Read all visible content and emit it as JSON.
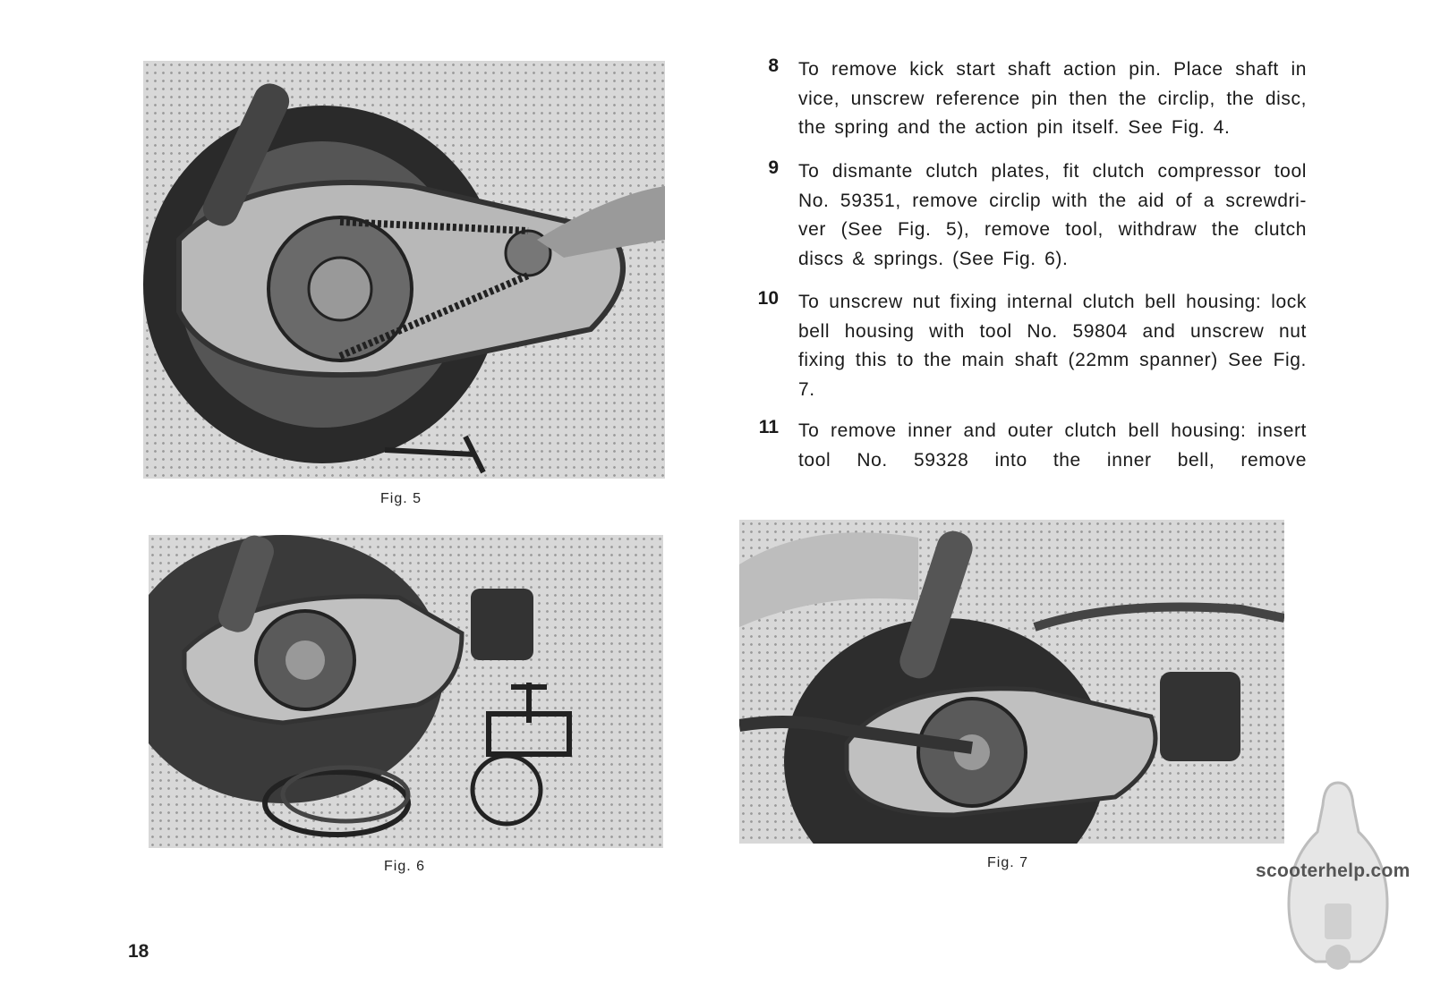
{
  "page_number": "18",
  "watermark": "scooterhelp.com",
  "figures": [
    {
      "caption": "Fig. 5"
    },
    {
      "caption": "Fig. 6"
    },
    {
      "caption": "Fig. 7"
    }
  ],
  "steps": [
    {
      "number": "8",
      "text": "To remove kick start shaft action pin. Place shaft in vice, unscrew reference pin then the circlip, the disc, the spring and the action pin itself. See Fig. 4."
    },
    {
      "number": "9",
      "text": "To dismante clutch plates, fit clutch compressor tool No. 59351, remove circlip with the aid of a screwdri- ver (See Fig. 5), remove tool, withdraw the clutch discs & springs. (See Fig. 6)."
    },
    {
      "number": "10",
      "text": "To unscrew nut fixing internal clutch bell housing: lock bell housing with tool No. 59804 and unscrew nut fixing this to the main shaft (22mm spanner) See Fig. 7."
    },
    {
      "number": "11",
      "text": "To remove inner and outer clutch bell housing: insert tool No. 59328 into the inner bell, remove"
    }
  ]
}
